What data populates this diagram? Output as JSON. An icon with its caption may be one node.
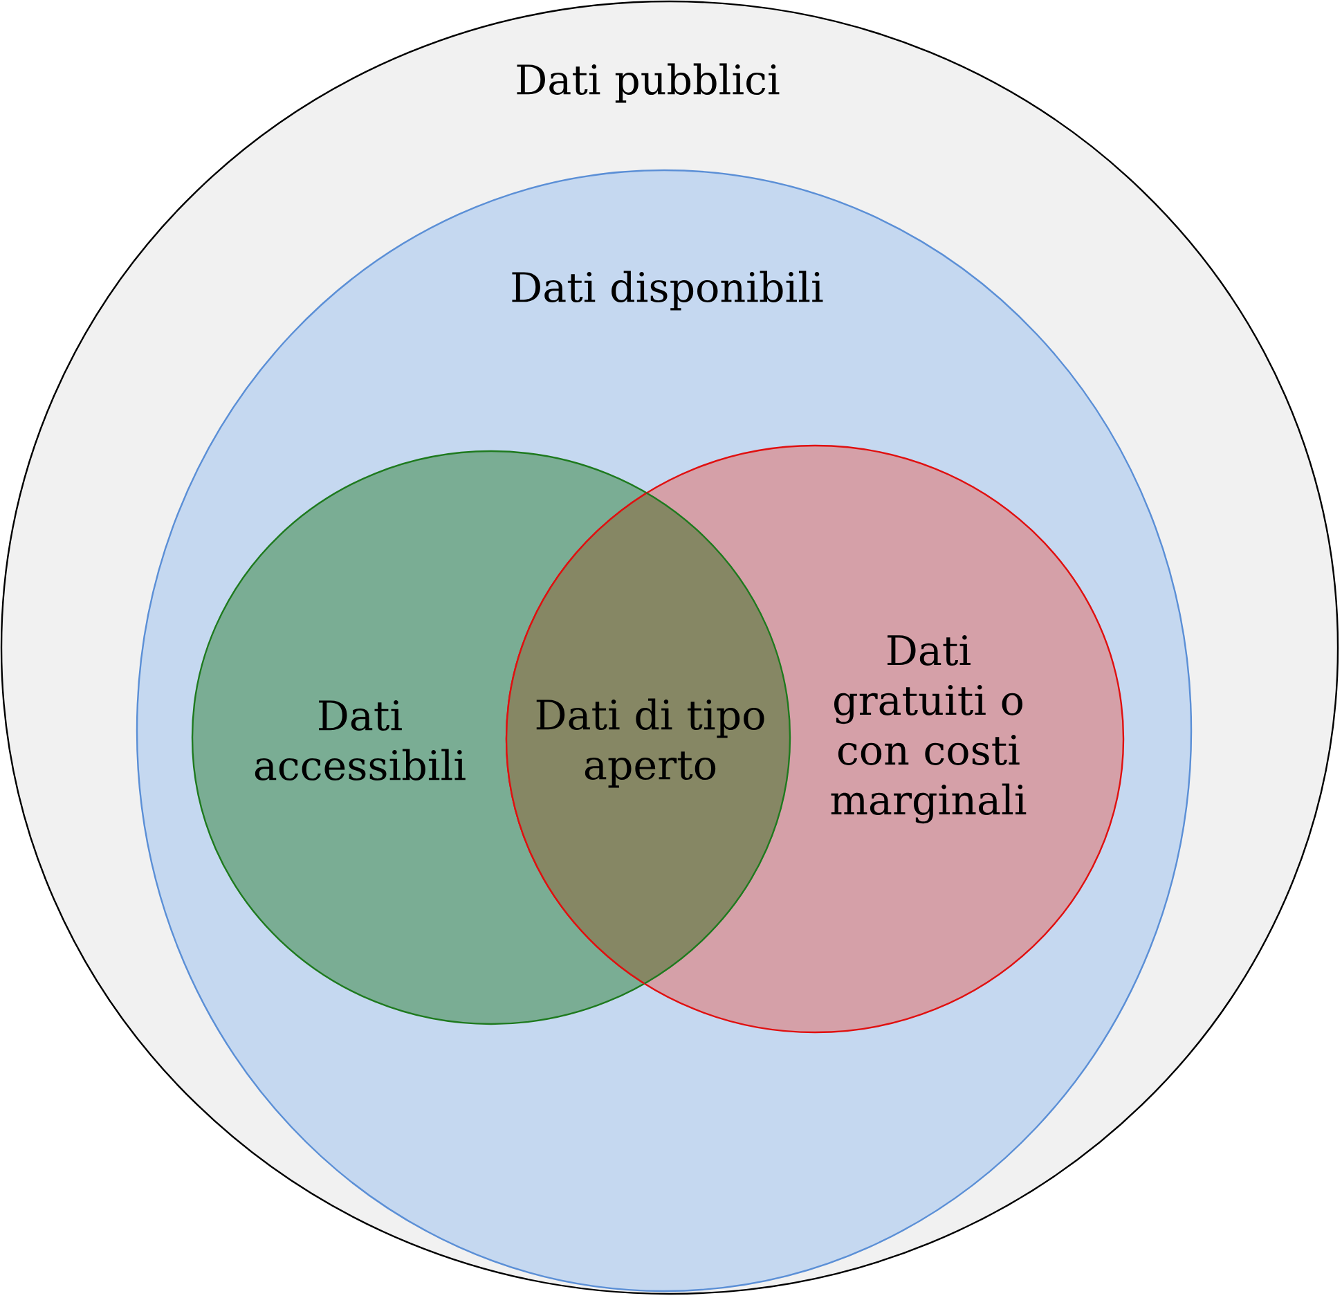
{
  "diagram": {
    "nodes": [
      {
        "text": [
          "Dati pubblici"
        ]
      },
      {
        "text": [
          "Dati disponibili"
        ],
        "in": 0
      },
      {
        "text": [
          "Dati accessibili"
        ],
        "in": 1
      },
      {
        "text": [
          "Dati gratuiti o con costi marginali"
        ],
        "in": 1
      },
      {
        "text": [
          "Dati di tipo aperto"
        ],
        "in": 1
      }
    ]
  }
}
